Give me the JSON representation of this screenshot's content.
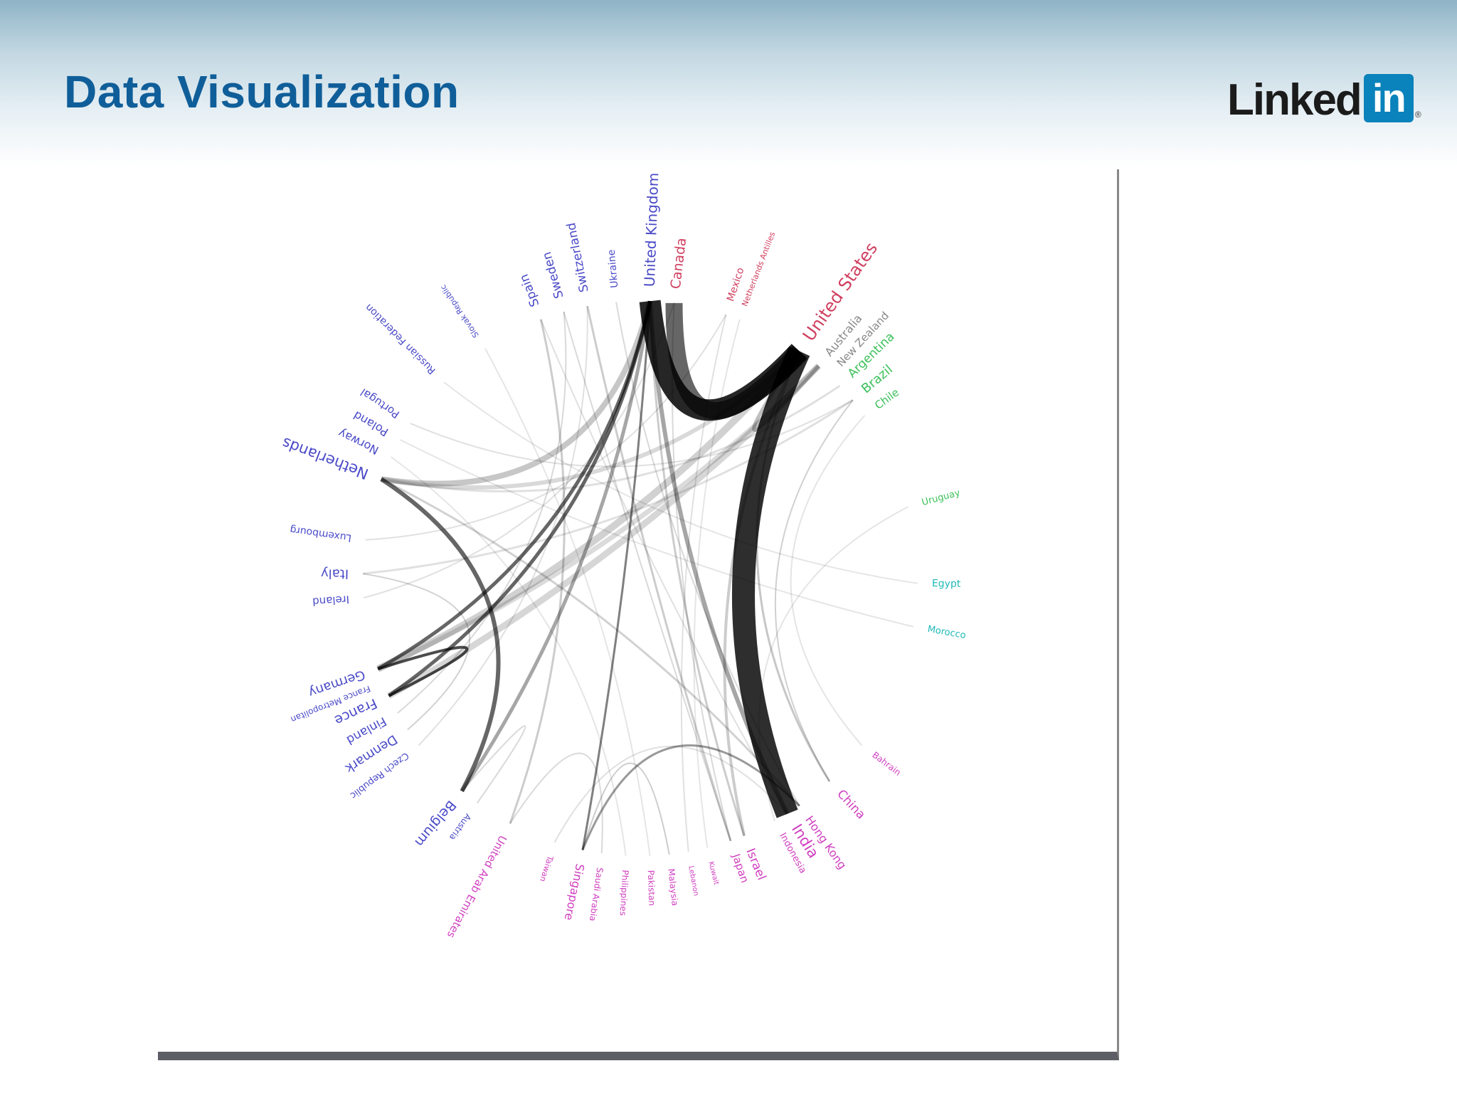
{
  "slide": {
    "title": "Data Visualization",
    "logo_text": "Linked",
    "logo_box_text": "in",
    "logo_mark": "®"
  },
  "colors": {
    "title": "#0f5e99",
    "europe": "#4a4ac8",
    "americas_north": "#d04060",
    "oceania": "#888888",
    "south_america": "#3cc05a",
    "mideast_africa": "#20b8b8",
    "asia": "#d040c0",
    "chord": "#000000"
  },
  "chart_data": {
    "type": "chord",
    "countries": [
      {
        "name": "United Kingdom",
        "angle": -88,
        "size": 20,
        "group": "europe"
      },
      {
        "name": "Ukraine",
        "angle": -95,
        "size": 14,
        "group": "europe"
      },
      {
        "name": "Switzerland",
        "angle": -101,
        "size": 17,
        "group": "europe"
      },
      {
        "name": "Sweden",
        "angle": -106,
        "size": 17,
        "group": "europe"
      },
      {
        "name": "Spain",
        "angle": -111,
        "size": 17,
        "group": "europe"
      },
      {
        "name": "Slovak Republic",
        "angle": -124,
        "size": 11,
        "group": "europe"
      },
      {
        "name": "Russian Federation",
        "angle": -135,
        "size": 14,
        "group": "europe"
      },
      {
        "name": "Portugal",
        "angle": -146,
        "size": 15,
        "group": "europe"
      },
      {
        "name": "Poland",
        "angle": -150,
        "size": 16,
        "group": "europe"
      },
      {
        "name": "Norway",
        "angle": -154,
        "size": 16,
        "group": "europe"
      },
      {
        "name": "Netherlands",
        "angle": -159,
        "size": 21,
        "group": "europe"
      },
      {
        "name": "Luxembourg",
        "angle": -172,
        "size": 14,
        "group": "europe"
      },
      {
        "name": "Italy",
        "angle": 181,
        "size": 18,
        "group": "europe"
      },
      {
        "name": "Ireland",
        "angle": 176,
        "size": 15,
        "group": "europe"
      },
      {
        "name": "Germany",
        "angle": 161,
        "size": 18,
        "group": "europe"
      },
      {
        "name": "France Metropolitan",
        "angle": 158,
        "size": 12,
        "group": "europe"
      },
      {
        "name": "France",
        "angle": 155,
        "size": 19,
        "group": "europe"
      },
      {
        "name": "Finland",
        "angle": 151,
        "size": 17,
        "group": "europe"
      },
      {
        "name": "Denmark",
        "angle": 147,
        "size": 18,
        "group": "europe"
      },
      {
        "name": "Czech Republic",
        "angle": 143,
        "size": 13,
        "group": "europe"
      },
      {
        "name": "Belgium",
        "angle": 130,
        "size": 19,
        "group": "europe"
      },
      {
        "name": "Austria",
        "angle": 126,
        "size": 12,
        "group": "europe"
      },
      {
        "name": "United Arab Emirates",
        "angle": 118,
        "size": 15,
        "group": "asia"
      },
      {
        "name": "Taiwan",
        "angle": 108,
        "size": 11,
        "group": "asia"
      },
      {
        "name": "Singapore",
        "angle": 102,
        "size": 16,
        "group": "asia"
      },
      {
        "name": "Saudi Arabia",
        "angle": 98,
        "size": 12,
        "group": "asia"
      },
      {
        "name": "Philippines",
        "angle": 93,
        "size": 12,
        "group": "asia"
      },
      {
        "name": "Pakistan",
        "angle": 88,
        "size": 12,
        "group": "asia"
      },
      {
        "name": "Malaysia",
        "angle": 84,
        "size": 12,
        "group": "asia"
      },
      {
        "name": "Lebanon",
        "angle": 80,
        "size": 10,
        "group": "asia"
      },
      {
        "name": "Kuwait",
        "angle": 76,
        "size": 10,
        "group": "asia"
      },
      {
        "name": "Japan",
        "angle": 71,
        "size": 15,
        "group": "asia"
      },
      {
        "name": "Israel",
        "angle": 68,
        "size": 17,
        "group": "asia"
      },
      {
        "name": "Indonesia",
        "angle": 61,
        "size": 13,
        "group": "asia"
      },
      {
        "name": "India",
        "angle": 58,
        "size": 21,
        "group": "asia"
      },
      {
        "name": "Hong Kong",
        "angle": 55,
        "size": 16,
        "group": "asia"
      },
      {
        "name": "China",
        "angle": 47,
        "size": 17,
        "group": "asia"
      },
      {
        "name": "Bahrain",
        "angle": 37,
        "size": 12,
        "group": "asia"
      },
      {
        "name": "Morocco",
        "angle": 10,
        "size": 13,
        "group": "mideast_africa"
      },
      {
        "name": "Egypt",
        "angle": 1,
        "size": 14,
        "group": "mideast_africa"
      },
      {
        "name": "Uruguay",
        "angle": -15,
        "size": 13,
        "group": "south_america"
      },
      {
        "name": "Chile",
        "angle": -36,
        "size": 15,
        "group": "south_america"
      },
      {
        "name": "Brazil",
        "angle": -40,
        "size": 18,
        "group": "south_america"
      },
      {
        "name": "Argentina",
        "angle": -44,
        "size": 17,
        "group": "south_america"
      },
      {
        "name": "New Zealand",
        "angle": -47,
        "size": 15,
        "group": "oceania"
      },
      {
        "name": "Australia",
        "angle": -50,
        "size": 16,
        "group": "oceania"
      },
      {
        "name": "United States",
        "angle": -55,
        "size": 24,
        "group": "americas_north"
      },
      {
        "name": "Netherlands Antilles",
        "angle": -69,
        "size": 11,
        "group": "americas_north"
      },
      {
        "name": "Mexico",
        "angle": -72,
        "size": 14,
        "group": "americas_north"
      },
      {
        "name": "Canada",
        "angle": -83,
        "size": 19,
        "group": "americas_north"
      }
    ],
    "links": [
      {
        "from": "United Kingdom",
        "to": "United States",
        "width": 30,
        "opacity": 0.85
      },
      {
        "from": "Canada",
        "to": "United States",
        "width": 24,
        "opacity": 0.6
      },
      {
        "from": "United States",
        "to": "India",
        "width": 32,
        "opacity": 0.82
      },
      {
        "from": "Netherlands",
        "to": "Belgium",
        "width": 6,
        "opacity": 0.6
      },
      {
        "from": "United Kingdom",
        "to": "Germany",
        "width": 5,
        "opacity": 0.6
      },
      {
        "from": "United Kingdom",
        "to": "France",
        "width": 5,
        "opacity": 0.6
      },
      {
        "from": "United Kingdom",
        "to": "Singapore",
        "width": 3,
        "opacity": 0.5
      },
      {
        "from": "United Kingdom",
        "to": "India",
        "width": 6,
        "opacity": 0.35
      },
      {
        "from": "United Kingdom",
        "to": "Belgium",
        "width": 5,
        "opacity": 0.35
      },
      {
        "from": "United Kingdom",
        "to": "Netherlands",
        "width": 8,
        "opacity": 0.22
      },
      {
        "from": "United States",
        "to": "Germany",
        "width": 10,
        "opacity": 0.18
      },
      {
        "from": "United States",
        "to": "Netherlands",
        "width": 6,
        "opacity": 0.15
      },
      {
        "from": "Australia",
        "to": "France",
        "width": 9,
        "opacity": 0.16
      },
      {
        "from": "Australia",
        "to": "Germany",
        "width": 7,
        "opacity": 0.14
      },
      {
        "from": "United States",
        "to": "Israel",
        "width": 4,
        "opacity": 0.2
      },
      {
        "from": "United Kingdom",
        "to": "Israel",
        "width": 3,
        "opacity": 0.2
      },
      {
        "from": "Singapore",
        "to": "Hong Kong",
        "width": 3,
        "opacity": 0.4
      },
      {
        "from": "United States",
        "to": "China",
        "width": 3,
        "opacity": 0.22
      },
      {
        "from": "Switzerland",
        "to": "Japan",
        "width": 3,
        "opacity": 0.2
      },
      {
        "from": "Spain",
        "to": "United Arab Emirates",
        "width": 3,
        "opacity": 0.2
      },
      {
        "from": "France",
        "to": "Germany",
        "width": 4,
        "opacity": 0.7
      },
      {
        "from": "Ukraine",
        "to": "Hong Kong",
        "width": 2,
        "opacity": 0.15
      },
      {
        "from": "Sweden",
        "to": "Japan",
        "width": 2,
        "opacity": 0.15
      },
      {
        "from": "United States",
        "to": "Australia",
        "width": 5,
        "opacity": 0.25
      },
      {
        "from": "Argentina",
        "to": "Netherlands",
        "width": 3,
        "opacity": 0.12
      },
      {
        "from": "Brazil",
        "to": "Italy",
        "width": 3,
        "opacity": 0.12
      },
      {
        "from": "China",
        "to": "Brazil",
        "width": 2,
        "opacity": 0.18
      },
      {
        "from": "Netherlands",
        "to": "Hong Kong",
        "width": 3,
        "opacity": 0.18
      },
      {
        "from": "Denmark",
        "to": "Italy",
        "width": 2,
        "opacity": 0.18
      },
      {
        "from": "Canada",
        "to": "Ireland",
        "width": 2,
        "opacity": 0.12
      },
      {
        "from": "Mexico",
        "to": "Luxembourg",
        "width": 2,
        "opacity": 0.12
      },
      {
        "from": "Switzerland",
        "to": "Czech Republic",
        "width": 2,
        "opacity": 0.12
      },
      {
        "from": "Spain",
        "to": "India",
        "width": 2,
        "opacity": 0.12
      },
      {
        "from": "Sweden",
        "to": "Finland",
        "width": 2,
        "opacity": 0.15
      },
      {
        "from": "Singapore",
        "to": "Malaysia",
        "width": 2,
        "opacity": 0.2
      },
      {
        "from": "India",
        "to": "Taiwan",
        "width": 2,
        "opacity": 0.12
      },
      {
        "from": "United Arab Emirates",
        "to": "Saudi Arabia",
        "width": 2,
        "opacity": 0.15
      },
      {
        "from": "Belgium",
        "to": "Austria",
        "width": 2,
        "opacity": 0.15
      },
      {
        "from": "Russian Federation",
        "to": "Egypt",
        "width": 2,
        "opacity": 0.1
      },
      {
        "from": "Portugal",
        "to": "Brazil",
        "width": 2,
        "opacity": 0.12
      },
      {
        "from": "Poland",
        "to": "Morocco",
        "width": 2,
        "opacity": 0.1
      },
      {
        "from": "Norway",
        "to": "Philippines",
        "width": 2,
        "opacity": 0.1
      },
      {
        "from": "Slovak Republic",
        "to": "Pakistan",
        "width": 2,
        "opacity": 0.1
      },
      {
        "from": "Japan",
        "to": "Canada",
        "width": 2,
        "opacity": 0.15
      },
      {
        "from": "Mexico",
        "to": "Lebanon",
        "width": 2,
        "opacity": 0.12
      },
      {
        "from": "Netherlands Antilles",
        "to": "Kuwait",
        "width": 2,
        "opacity": 0.1
      },
      {
        "from": "Uruguay",
        "to": "Indonesia",
        "width": 2,
        "opacity": 0.1
      },
      {
        "from": "Chile",
        "to": "Bahrain",
        "width": 2,
        "opacity": 0.1
      }
    ]
  }
}
